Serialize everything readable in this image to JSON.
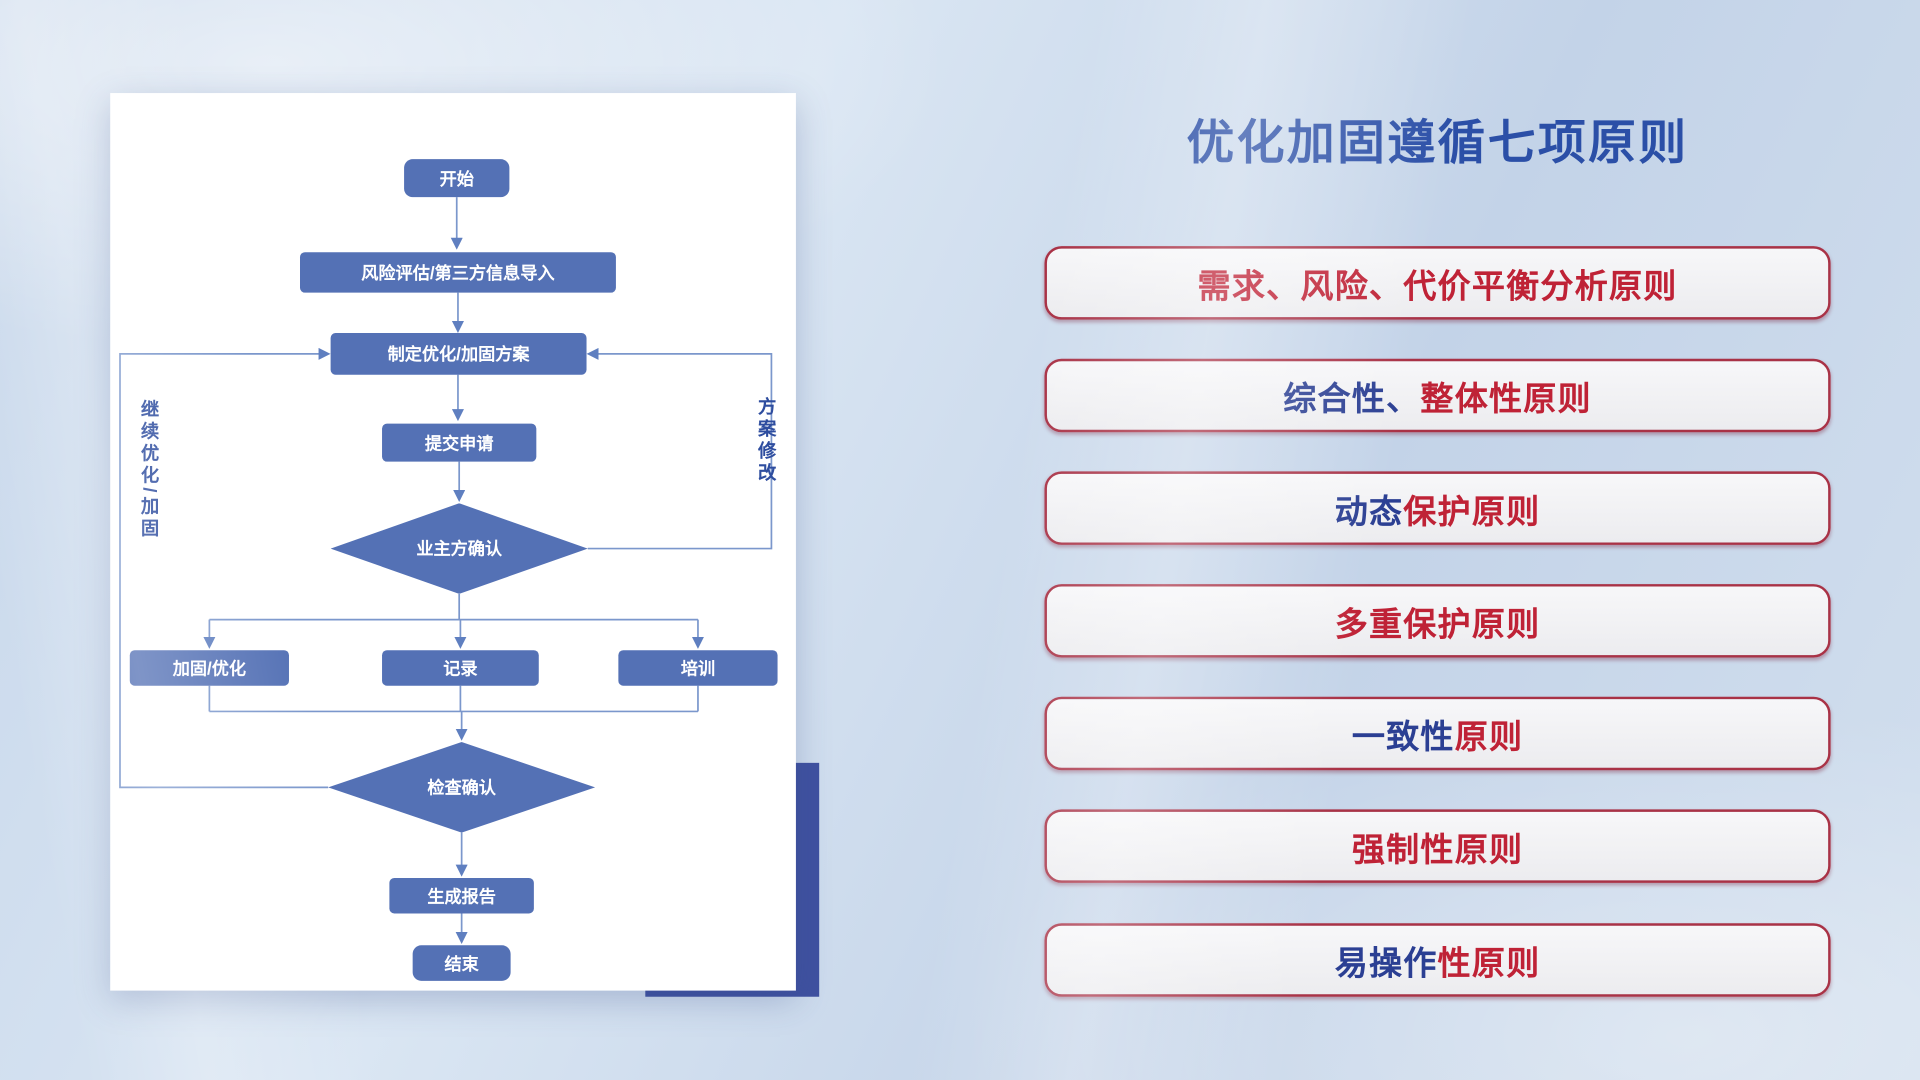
{
  "colors": {
    "red": "#bf2236",
    "blue": "#2b3f93",
    "title_blue": "#2b4fa7",
    "node_fill": "#5471b5",
    "connector": "#7b97cc",
    "pill_border": "#a93246",
    "card_shadow_block": "#3f51a0"
  },
  "flowchart": {
    "nodes": {
      "start": "开始",
      "risk_import": "风险评估/第三方信息导入",
      "make_plan": "制定优化/加固方案",
      "submit": "提交申请",
      "owner_confirm": "业主方确认",
      "reinforce": "加固/优化",
      "record": "记录",
      "training": "培训",
      "check_confirm": "检查确认",
      "report": "生成报告",
      "end": "结束"
    },
    "loop_labels": {
      "left": "继续优化/加固",
      "right": "方案修改"
    }
  },
  "principles": {
    "title": "优化加固遵循七项原则",
    "items": [
      {
        "segments": [
          {
            "text": "需求、风险、代价平衡分析原则",
            "color": "red"
          }
        ]
      },
      {
        "segments": [
          {
            "text": "综合性、",
            "color": "blue"
          },
          {
            "text": "整体性原则",
            "color": "red"
          }
        ]
      },
      {
        "segments": [
          {
            "text": "动态",
            "color": "blue"
          },
          {
            "text": "保护原则",
            "color": "red"
          }
        ]
      },
      {
        "segments": [
          {
            "text": "多重保护原则",
            "color": "red"
          }
        ]
      },
      {
        "segments": [
          {
            "text": "一致性",
            "color": "blue"
          },
          {
            "text": "原则",
            "color": "red"
          }
        ]
      },
      {
        "segments": [
          {
            "text": "强制性原则",
            "color": "red"
          }
        ]
      },
      {
        "segments": [
          {
            "text": "易操作",
            "color": "blue"
          },
          {
            "text": "性原则",
            "color": "red"
          }
        ]
      }
    ]
  }
}
